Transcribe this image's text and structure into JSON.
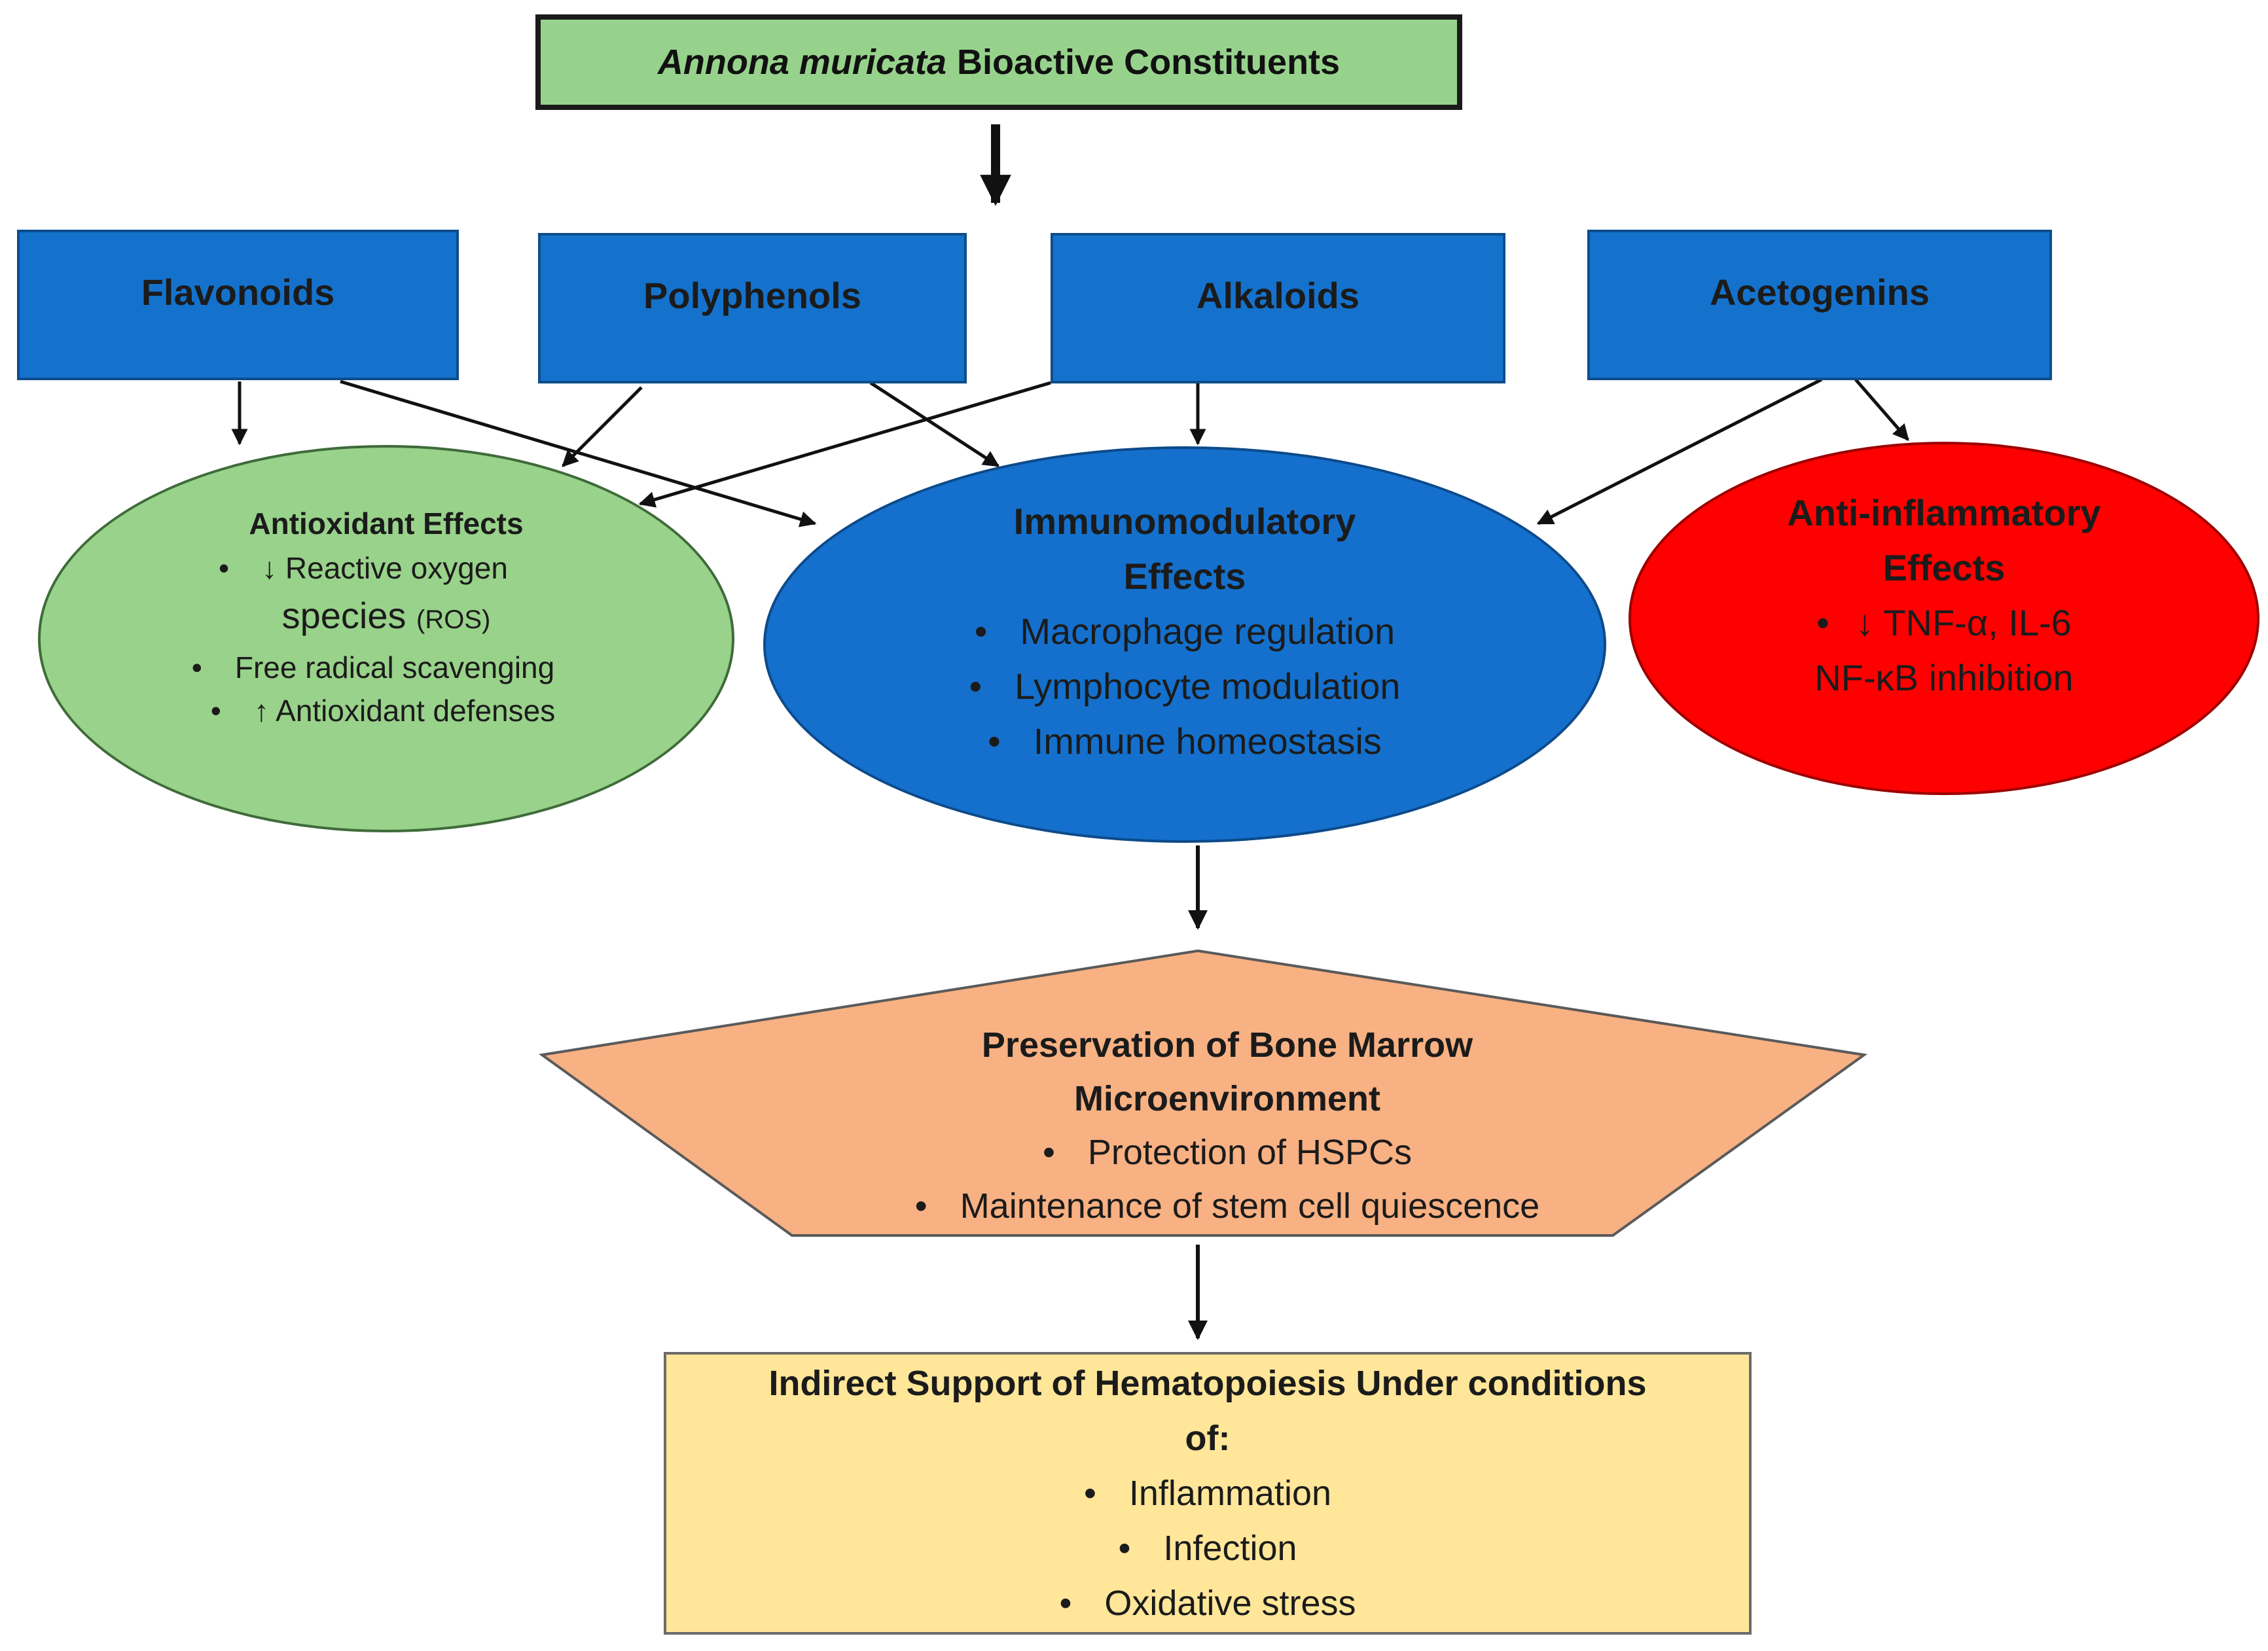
{
  "title_box": {
    "italic_part": "Annona muricata",
    "rest": "Bioactive Constituents"
  },
  "constituents": [
    {
      "label": "Flavonoids"
    },
    {
      "label": "Polyphenols"
    },
    {
      "label": "Alkaloids"
    },
    {
      "label": "Acetogenins"
    }
  ],
  "antioxidant": {
    "heading": "Antioxidant Effects",
    "bullets": [
      "↓ Reactive oxygen",
      "Free radical scavenging",
      "↑ Antioxidant defenses"
    ],
    "continuation": "species",
    "continuation_small": "(ROS)"
  },
  "immunomodulatory": {
    "heading_line1": "Immunomodulatory",
    "heading_line2": "Effects",
    "bullets": [
      "Macrophage regulation",
      "Lymphocyte modulation",
      "Immune homeostasis"
    ]
  },
  "anti_inflammatory": {
    "heading_line1": "Anti-inflammatory",
    "heading_line2": "Effects",
    "bullet": "↓ TNF-α, IL-6",
    "line2": "NF-κB inhibition"
  },
  "bone_marrow": {
    "heading_line1": "Preservation of Bone Marrow",
    "heading_line2": "Microenvironment",
    "bullets": [
      "Protection of HSPCs",
      "Maintenance of stem cell quiescence"
    ]
  },
  "hematopoiesis": {
    "heading_line1": "Indirect Support of Hematopoiesis Under conditions",
    "heading_line2": "of:",
    "bullets": [
      "Inflammation",
      "Infection",
      "Oxidative stress"
    ]
  },
  "colors": {
    "title_box": "#97d28c",
    "constituent_box": "#1572cc",
    "antioxidant": "#99d28a",
    "immunomodulatory": "#1470cc",
    "anti_inflammatory": "#ff0000",
    "bone_marrow": "#f8b183",
    "hematopoiesis": "#ffe699"
  },
  "bullet_glyph": "•"
}
